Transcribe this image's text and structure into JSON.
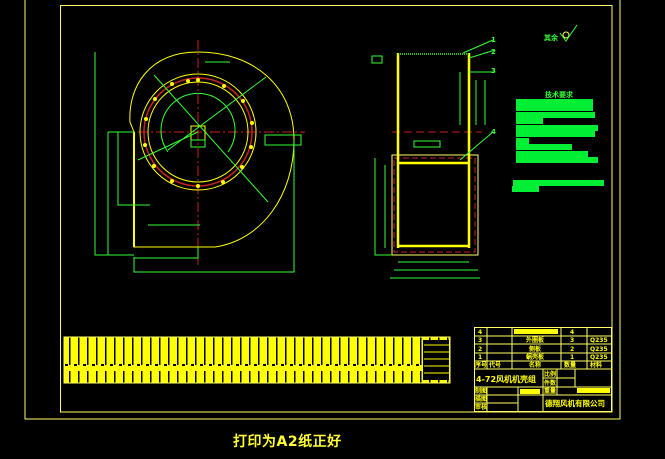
{
  "colors": {
    "background": "#000000",
    "frame": "#ffff66",
    "geometry": "#ffff00",
    "dimension": "#33ff33",
    "centerline": "#cc2222",
    "text_green": "#00ff00"
  },
  "roughness": {
    "label": "其余"
  },
  "tech_requirements": {
    "title": "技术要求"
  },
  "title_block": {
    "parts": [
      {
        "no": "4",
        "name": "",
        "qty": "4",
        "material": ""
      },
      {
        "no": "3",
        "name": "外圈板",
        "qty": "3",
        "material": "Q235"
      },
      {
        "no": "2",
        "name": "侧板",
        "qty": "2",
        "material": "Q235"
      },
      {
        "no": "1",
        "name": "蜗壳板",
        "qty": "1",
        "material": "Q235"
      }
    ],
    "headers": {
      "no": "序号",
      "code": "代号",
      "name": "名称",
      "qty": "数量",
      "material": "材料"
    },
    "drawing_title": "4-72风机机壳组",
    "labels": {
      "scale": "比例",
      "count": "件数",
      "weight": "重量",
      "drawn": "制图",
      "traced": "描图",
      "checked": "审核"
    },
    "company": "德翔风机有限公司"
  },
  "leaders": [
    "1",
    "2",
    "3",
    "4"
  ],
  "caption": "打印为A2纸正好"
}
